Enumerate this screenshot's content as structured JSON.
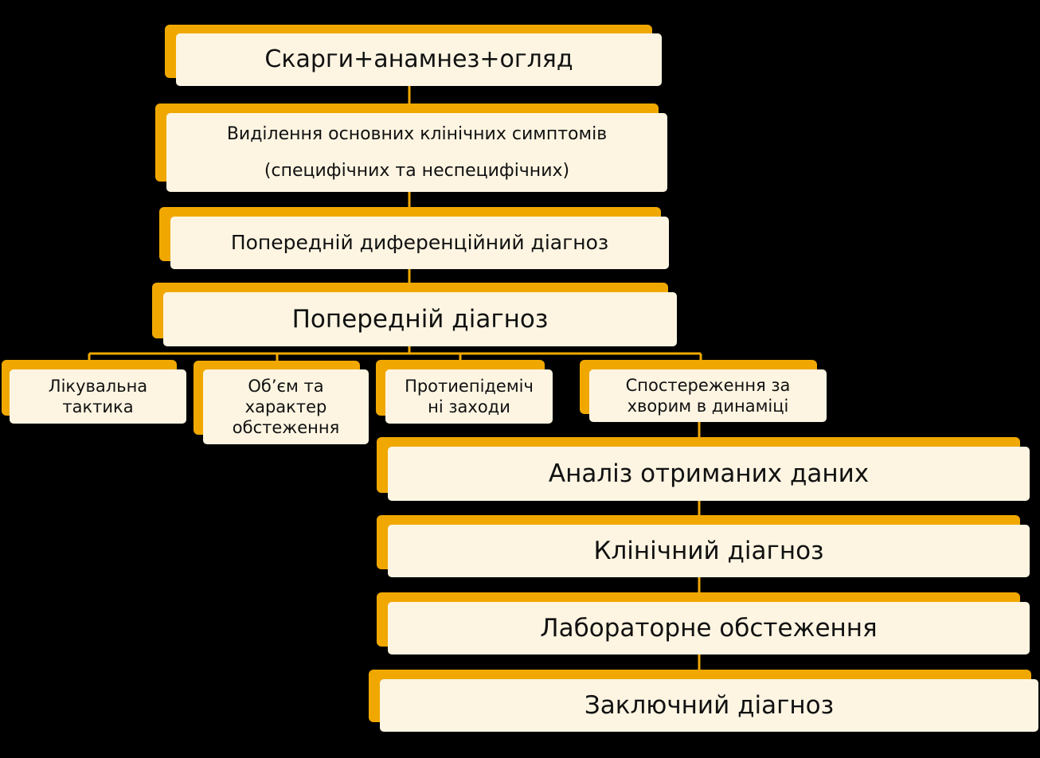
{
  "colors": {
    "background": "#000000",
    "back_panel": "#f0a800",
    "front_panel": "#fdf5e2",
    "connector": "#f0a800",
    "text": "#111111"
  },
  "nodes": {
    "complaints": "Скарги+анамнез+огляд",
    "symptoms_line1": "Виділення основних клінічних симптомів",
    "symptoms_line2": "(специфічних та неспецифічних)",
    "prelim_diff": "Попередній диференційний  діагноз",
    "prelim": "Попередній діагноз",
    "treatment": "Лікувальна\nтактика",
    "exam_scope": "Об’єм та\nхарактер\nобстеження",
    "antiepidemic": "Протиепідеміч\nні заходи",
    "observation": "Спостереження за\nхворим в динаміці",
    "analysis": "Аналіз отриманих даних",
    "clinical": "Клінічний діагноз",
    "lab": "Лабораторне обстеження",
    "final": "Заключний діагноз"
  }
}
